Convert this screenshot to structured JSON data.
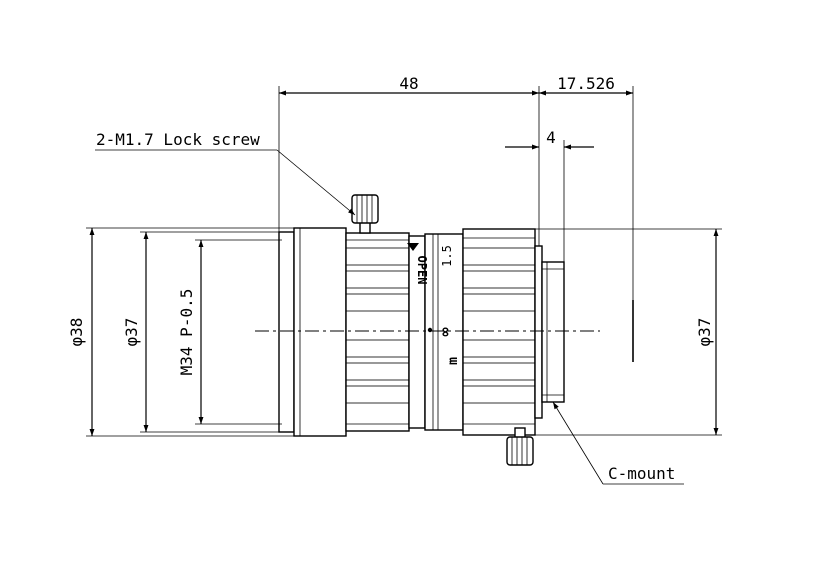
{
  "dimensions": {
    "overall_length": "48",
    "flange_distance": "17.526",
    "mount_depth": "4",
    "dia_38": "φ38",
    "dia_37_front": "φ37",
    "filter_thread": "M34 P-0.5",
    "dia_37_rear": "φ37"
  },
  "callouts": {
    "lock_screw": "2-M1.7 Lock screw",
    "mount": "C-mount"
  },
  "barrel_markings": {
    "open": "OPEN",
    "infinity": "∞",
    "meter": "m",
    "focus_15": "1.5"
  },
  "colors": {
    "line": "#000000",
    "background": "#ffffff"
  }
}
